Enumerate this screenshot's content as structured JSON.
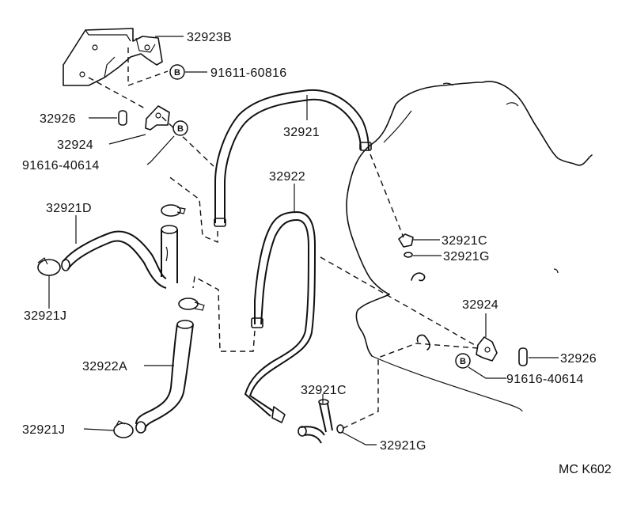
{
  "labels": {
    "p32923B": "32923B",
    "p91611_60816": "91611-60816",
    "p32926_left": "32926",
    "p32924_left": "32924",
    "p91616_40614_left": "91616-40614",
    "p32921": "32921",
    "p32922": "32922",
    "p32921D": "32921D",
    "p32921C_top": "32921C",
    "p32921G_top": "32921G",
    "p32921J_top": "32921J",
    "p32924_right": "32924",
    "p32926_right": "32926",
    "p91616_40614_right": "91616-40614",
    "p32922A": "32922A",
    "p32921C_bottom": "32921C",
    "p32921J_bottom": "32921J",
    "p32921G_bottom": "32921G"
  },
  "bolt_mark": "B",
  "diagram_code": "MC K602"
}
